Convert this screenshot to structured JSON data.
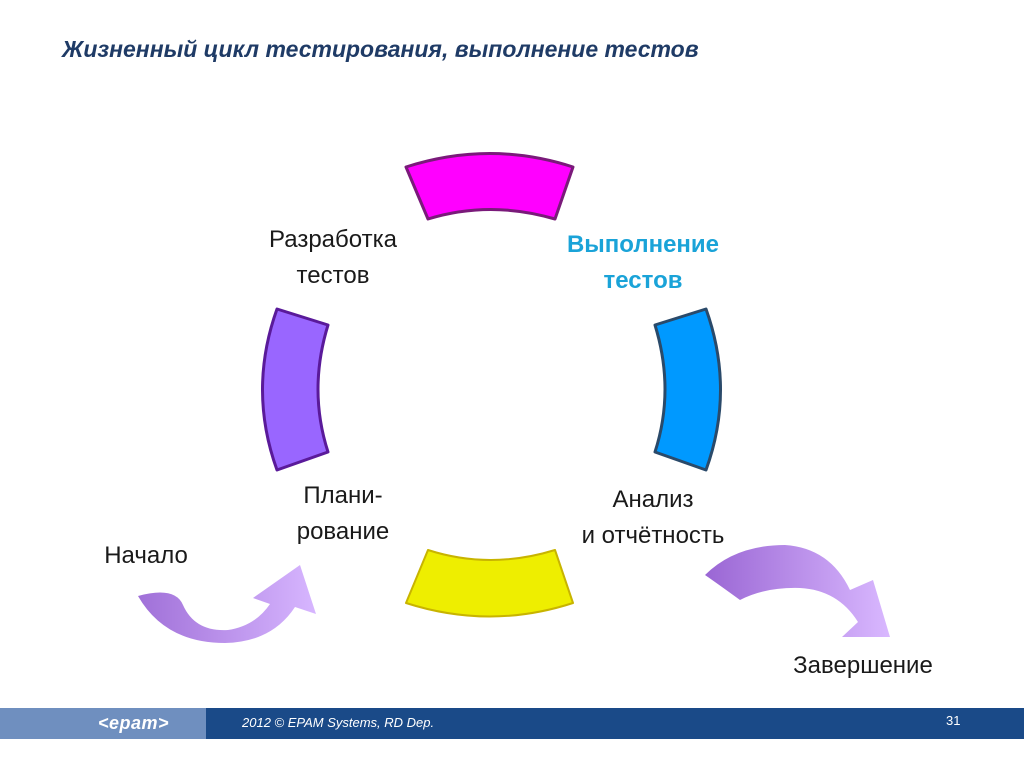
{
  "title": "Жизненный цикл тестирования, выполнение тестов",
  "cycle": {
    "development": {
      "line1": "Разработка",
      "line2": "тестов"
    },
    "execution": {
      "line1": "Выполнение",
      "line2": "тестов"
    },
    "analysis": {
      "line1": "Анализ",
      "line2": "и отчётность"
    },
    "planning": {
      "line1": "Плани-",
      "line2": "рование"
    }
  },
  "start_label": "Начало",
  "end_label": "Завершение",
  "colors": {
    "top_segment": "#ff00ff",
    "right_segment": "#0099ff",
    "bottom_segment": "#eeee00",
    "left_segment": "#9966ff",
    "active_label": "#1aa3d8",
    "title": "#1f3b66",
    "arrow": "#b38ae6"
  },
  "footer": {
    "logo": "<epam>",
    "copyright": "2012 © EPAM Systems, RD Dep.",
    "page_number": "31"
  }
}
